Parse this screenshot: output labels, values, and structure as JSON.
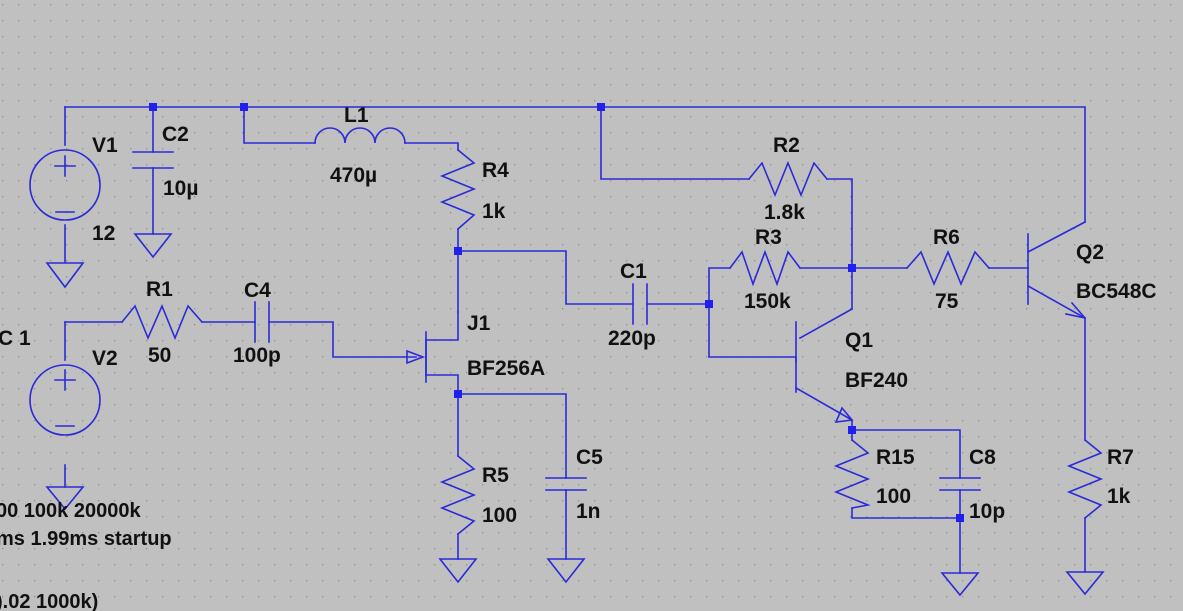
{
  "colors": {
    "background": "#c0c0c0",
    "wire": "#2a2ad8",
    "junction": "#2020ee",
    "text": "#111111",
    "grid": "#8c8c8c"
  },
  "components": {
    "V1": {
      "name": "V1",
      "value": "12"
    },
    "V2": {
      "name": "V2"
    },
    "C2": {
      "name": "C2",
      "value": "10µ"
    },
    "L1": {
      "name": "L1",
      "value": "470µ"
    },
    "R4": {
      "name": "R4",
      "value": "1k"
    },
    "R2": {
      "name": "R2",
      "value": "1.8k"
    },
    "R3": {
      "name": "R3",
      "value": "150k"
    },
    "R6": {
      "name": "R6",
      "value": "75"
    },
    "Q2": {
      "name": "Q2",
      "value": "BC548C"
    },
    "R1": {
      "name": "R1",
      "value": "50"
    },
    "C4": {
      "name": "C4",
      "value": "100p"
    },
    "J1": {
      "name": "J1",
      "value": "BF256A"
    },
    "C1": {
      "name": "C1",
      "value": "220p"
    },
    "Q1": {
      "name": "Q1",
      "value": "BF240"
    },
    "R5": {
      "name": "R5",
      "value": "100"
    },
    "C5": {
      "name": "C5",
      "value": "1n"
    },
    "R15": {
      "name": "R15",
      "value": "100"
    },
    "C8": {
      "name": "C8",
      "value": "10p"
    },
    "R7": {
      "name": "R7",
      "value": "1k"
    }
  },
  "fragments": {
    "ac_label": "C 1",
    "source_line1": "00 100k 20000k",
    "source_line2": "ms 1.99ms startup",
    "source_line3": ").02 1000k)"
  }
}
